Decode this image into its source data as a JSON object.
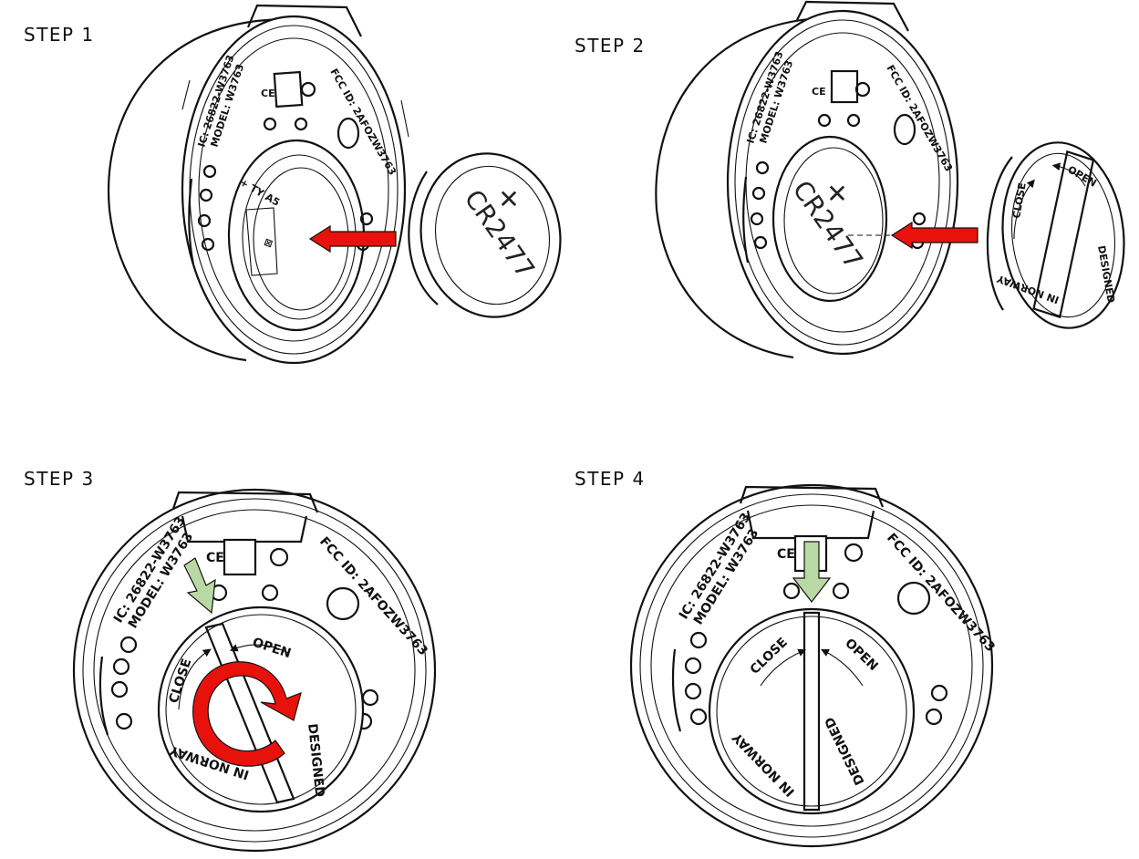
{
  "steps": [
    {
      "label": "STEP 1"
    },
    {
      "label": "STEP 2"
    },
    {
      "label": "STEP 3"
    },
    {
      "label": "STEP 4"
    }
  ],
  "device_text": {
    "ic_line": "IC: 26822-W3763",
    "model_line": "MODEL: W3763",
    "fcc_line": "FCC ID: 2AFOZW3763",
    "ce_mark": "CE"
  },
  "battery": {
    "model": "CR2477",
    "mark": "✕"
  },
  "cover": {
    "close": "CLOSE",
    "open": "OPEN",
    "designed": "DESIGNED",
    "in_norway": "IN NORWAY"
  },
  "colors": {
    "insert_arrow": "#e8120c",
    "rotate_arrow": "#e8120c",
    "align_arrow": "#b9d9a4",
    "outline": "#111111"
  }
}
